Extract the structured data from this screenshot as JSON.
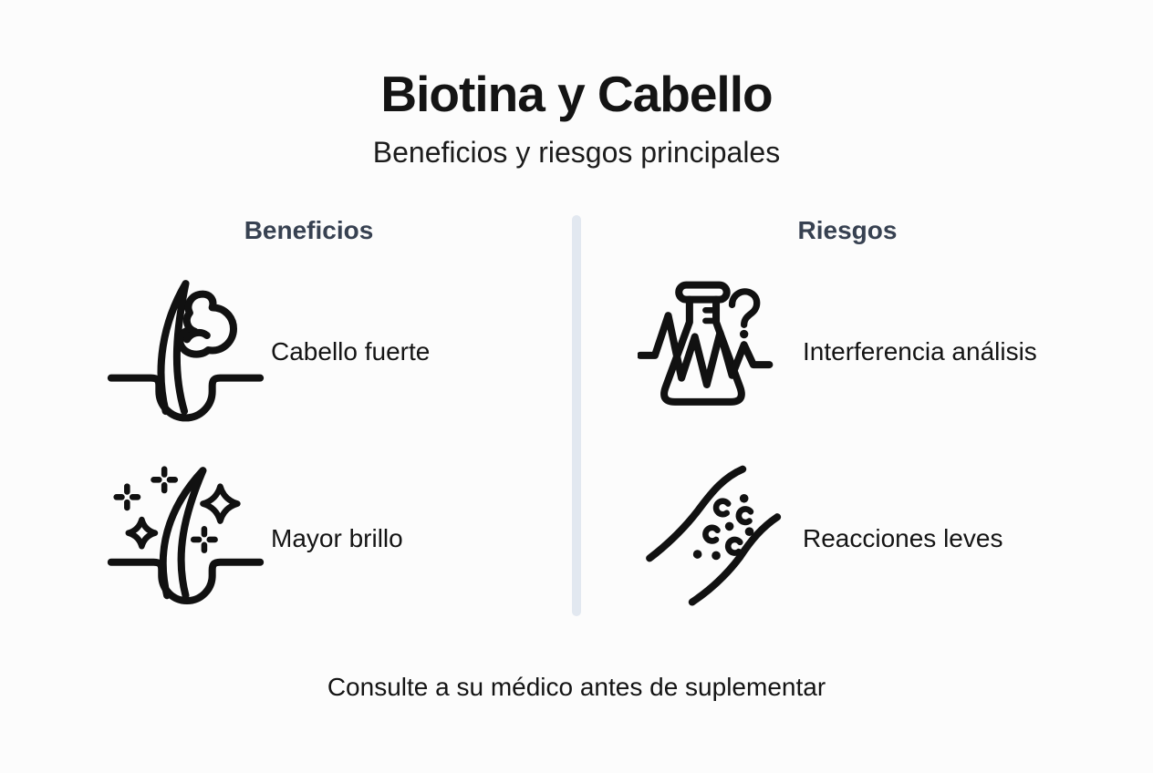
{
  "page": {
    "title": "Biotina y Cabello",
    "subtitle": "Beneficios y riesgos principales",
    "footer": "Consulte a su médico antes de suplementar",
    "background": "#fcfcfc"
  },
  "colors": {
    "text": "#141414",
    "column_header": "#374151",
    "divider": "#e2e8f0",
    "icon_stroke": "#111111"
  },
  "columns": {
    "left": {
      "header": "Beneficios",
      "items": [
        {
          "icon": "hair-strength-icon",
          "label": "Cabello fuerte"
        },
        {
          "icon": "hair-shine-icon",
          "label": "Mayor brillo"
        }
      ]
    },
    "right": {
      "header": "Riesgos",
      "items": [
        {
          "icon": "lab-test-interference-icon",
          "label": "Interferencia análisis"
        },
        {
          "icon": "skin-reaction-icon",
          "label": "Reacciones leves"
        }
      ]
    }
  }
}
